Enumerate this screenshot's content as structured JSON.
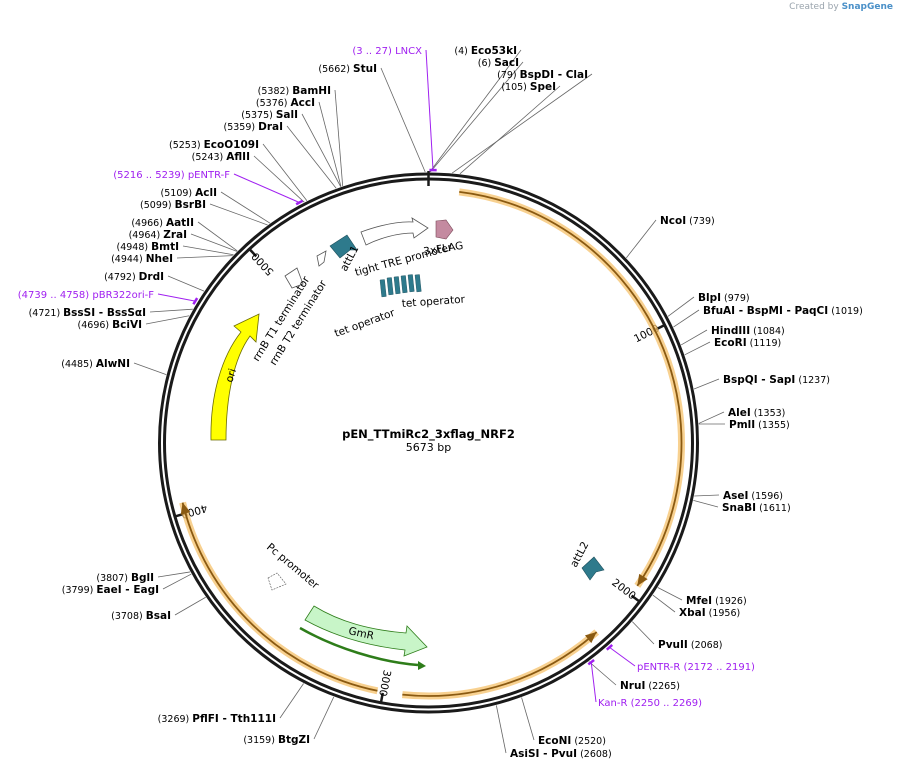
{
  "credit": {
    "prefix": "Created by",
    "brand": "SnapGene"
  },
  "plasmid": {
    "name": "pEN_TTmiRc2_3xflag_NRF2",
    "length_label": "5673 bp",
    "length": 5673
  },
  "colors": {
    "backbone": "#1a1a1a",
    "orf_fill": "#f5c26b",
    "orf_stroke": "#8a5a12",
    "ori": "#ffff00",
    "gmr": "#c8f5c8",
    "gmr_line": "#2e7d1a",
    "attl": "#2e7a8c",
    "flag": "#c48aa0",
    "tetop": "#2e7a8c",
    "primer": "#a020f0"
  },
  "tick_marks": [
    {
      "label": "1000",
      "bp": 1000
    },
    {
      "label": "2000",
      "bp": 2000
    },
    {
      "label": "3000",
      "bp": 3000
    },
    {
      "label": "4000",
      "bp": 4000
    },
    {
      "label": "5000",
      "bp": 5000
    }
  ],
  "enzymes": [
    {
      "name": "StuI",
      "pos": "(5662)",
      "bp": 5662
    },
    {
      "name": "Eco53kI",
      "pos": "(4)",
      "bp": 4
    },
    {
      "name": "SacI",
      "pos": "(6)",
      "bp": 6
    },
    {
      "name": "BspDI  - ClaI",
      "pos": "(79)",
      "bp": 79
    },
    {
      "name": "SpeI",
      "pos": "(105)",
      "bp": 105
    },
    {
      "name": "BamHI",
      "pos": "(5382)",
      "bp": 5382
    },
    {
      "name": "AccI",
      "pos": "(5376)",
      "bp": 5376
    },
    {
      "name": "SalI",
      "pos": "(5375)",
      "bp": 5375
    },
    {
      "name": "DraI",
      "pos": "(5359)",
      "bp": 5359
    },
    {
      "name": "EcoO109I",
      "pos": "(5253)",
      "bp": 5253
    },
    {
      "name": "AflII",
      "pos": "(5243)",
      "bp": 5243
    },
    {
      "name": "AclI",
      "pos": "(5109)",
      "bp": 5109
    },
    {
      "name": "BsrBI",
      "pos": "(5099)",
      "bp": 5099
    },
    {
      "name": "AatII",
      "pos": "(4966)",
      "bp": 4966
    },
    {
      "name": "ZraI",
      "pos": "(4964)",
      "bp": 4964
    },
    {
      "name": "BmtI",
      "pos": "(4948)",
      "bp": 4948
    },
    {
      "name": "NheI",
      "pos": "(4944)",
      "bp": 4944
    },
    {
      "name": "DrdI",
      "pos": "(4792)",
      "bp": 4792
    },
    {
      "name": "BssSI  - BssSαI",
      "pos": "(4721)",
      "bp": 4721
    },
    {
      "name": "BciVI",
      "pos": "(4696)",
      "bp": 4696
    },
    {
      "name": "AlwNI",
      "pos": "(4485)",
      "bp": 4485
    },
    {
      "name": "NcoI",
      "pos": "(739)",
      "bp": 739
    },
    {
      "name": "BlpI",
      "pos": "(979)",
      "bp": 979
    },
    {
      "name": "BfuAI  - BspMI  - PaqCI",
      "pos": "(1019)",
      "bp": 1019
    },
    {
      "name": "HindIII",
      "pos": "(1084)",
      "bp": 1084
    },
    {
      "name": "EcoRI",
      "pos": "(1119)",
      "bp": 1119
    },
    {
      "name": "BspQI  - SapI",
      "pos": "(1237)",
      "bp": 1237
    },
    {
      "name": "AleI",
      "pos": "(1353)",
      "bp": 1353
    },
    {
      "name": "PmlI",
      "pos": "(1355)",
      "bp": 1355
    },
    {
      "name": "AseI",
      "pos": "(1596)",
      "bp": 1596
    },
    {
      "name": "SnaBI",
      "pos": "(1611)",
      "bp": 1611
    },
    {
      "name": "MfeI",
      "pos": "(1926)",
      "bp": 1926
    },
    {
      "name": "XbaI",
      "pos": "(1956)",
      "bp": 1956
    },
    {
      "name": "PvuII",
      "pos": "(2068)",
      "bp": 2068
    },
    {
      "name": "NruI",
      "pos": "(2265)",
      "bp": 2265
    },
    {
      "name": "EcoNI",
      "pos": "(2520)",
      "bp": 2520
    },
    {
      "name": "AsiSI  - PvuI",
      "pos": "(2608)",
      "bp": 2608
    },
    {
      "name": "BglI",
      "pos": "(3807)",
      "bp": 3807
    },
    {
      "name": "EaeI  - EagI",
      "pos": "(3799)",
      "bp": 3799
    },
    {
      "name": "BsaI",
      "pos": "(3708)",
      "bp": 3708
    },
    {
      "name": "PflFI  - Tth111I",
      "pos": "(3269)",
      "bp": 3269
    },
    {
      "name": "BtgZI",
      "pos": "(3159)",
      "bp": 3159
    }
  ],
  "primers": [
    {
      "name": "LNCX",
      "range": "(3 .. 27)",
      "bp": 15
    },
    {
      "name": "pENTR-F",
      "range": "(5216 .. 5239)",
      "bp": 5228
    },
    {
      "name": "pBR322ori-F",
      "range": "(4739 .. 4758)",
      "bp": 4748
    },
    {
      "name": "pENTR-R",
      "range": "(2172 .. 2191)",
      "bp": 2182
    },
    {
      "name": "Kan-R",
      "range": "(2250 .. 2269)",
      "bp": 2260
    }
  ],
  "features": {
    "attL1": "attL1",
    "flag": "3xFLAG",
    "tre": "tight TRE promoter",
    "tetop1": "tet operator",
    "tetop2": "tet operator",
    "rrnb1": "rrnB T1 terminator",
    "rrnb2": "rrnB T2 terminator",
    "ori": "ori",
    "attL2": "attL2",
    "pc": "Pc promoter",
    "gmr": "GmR"
  }
}
